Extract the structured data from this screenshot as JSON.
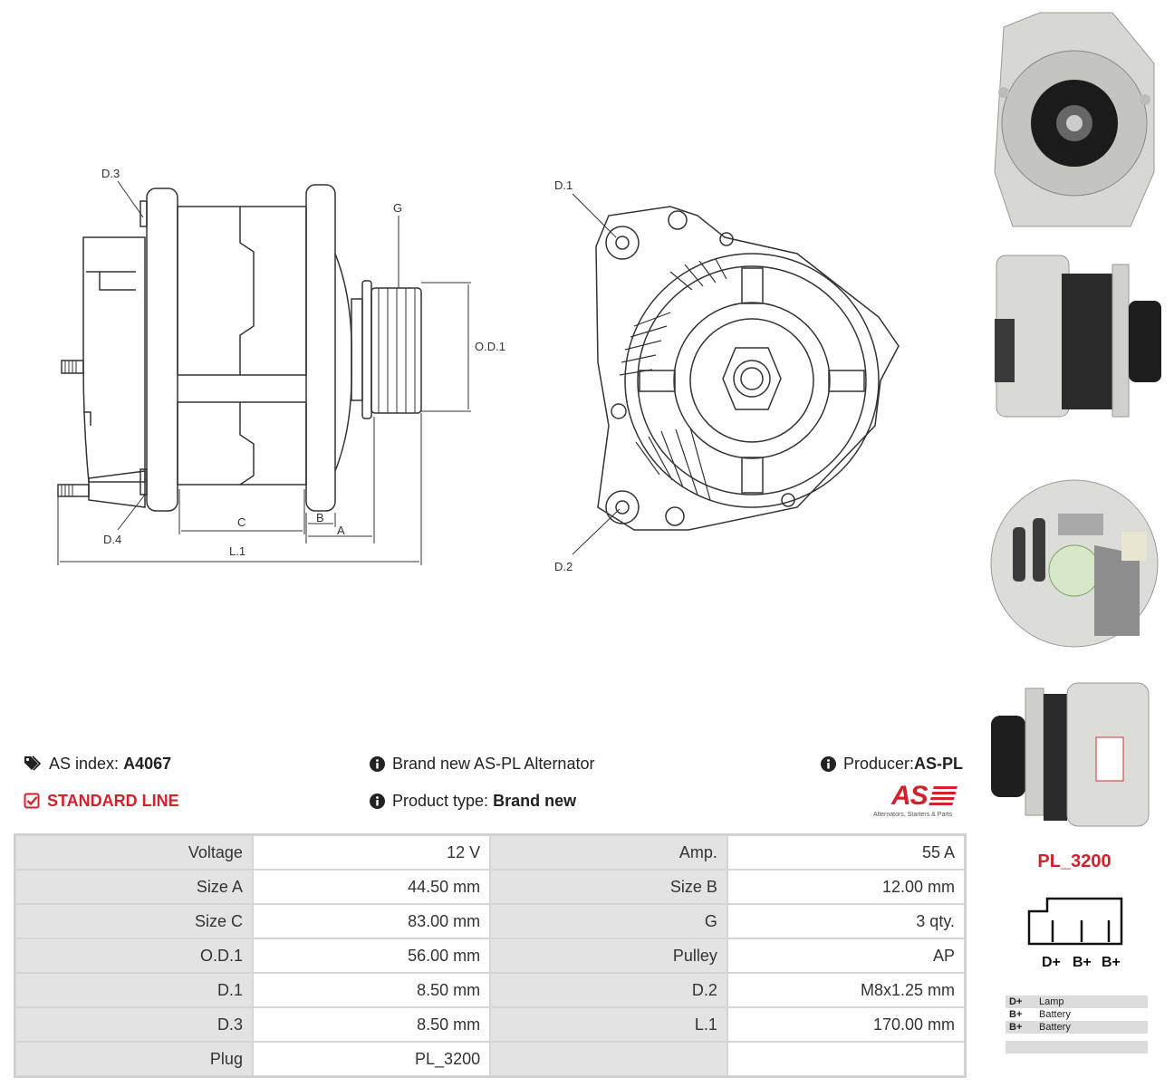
{
  "drawing": {
    "side_labels": [
      "D.3",
      "G",
      "O.D.1",
      "D.4",
      "C",
      "B",
      "A",
      "L.1"
    ],
    "front_labels": [
      "D.1",
      "D.2"
    ]
  },
  "info": {
    "as_index_label": "AS index:",
    "as_index_value": "A4067",
    "standard_line": "STANDARD LINE",
    "description": "Brand new AS-PL Alternator",
    "product_type_label": "Product type:",
    "product_type_value": "Brand new",
    "producer_label": "Producer:",
    "producer_value": "AS-PL",
    "logo_text": "AS",
    "logo_tagline": "Alternators, Starters & Parts",
    "accent_color": "#d4202b"
  },
  "specs": [
    {
      "l1": "Voltage",
      "v1": "12 V",
      "l2": "Amp.",
      "v2": "55 A"
    },
    {
      "l1": "Size A",
      "v1": "44.50 mm",
      "l2": "Size B",
      "v2": "12.00 mm"
    },
    {
      "l1": "Size C",
      "v1": "83.00 mm",
      "l2": "G",
      "v2": "3 qty."
    },
    {
      "l1": "O.D.1",
      "v1": "56.00 mm",
      "l2": "Pulley",
      "v2": "AP"
    },
    {
      "l1": "D.1",
      "v1": "8.50 mm",
      "l2": "D.2",
      "v2": "M8x1.25 mm"
    },
    {
      "l1": "D.3",
      "v1": "8.50 mm",
      "l2": "L.1",
      "v2": "170.00 mm"
    },
    {
      "l1": "Plug",
      "v1": "PL_3200",
      "l2": "",
      "v2": ""
    }
  ],
  "plug": {
    "title": "PL_3200",
    "terminals": [
      "D+",
      "B+",
      "B+"
    ],
    "pins": [
      {
        "pin": "D+",
        "desc": "Lamp"
      },
      {
        "pin": "B+",
        "desc": "Battery"
      },
      {
        "pin": "B+",
        "desc": "Battery"
      }
    ]
  }
}
